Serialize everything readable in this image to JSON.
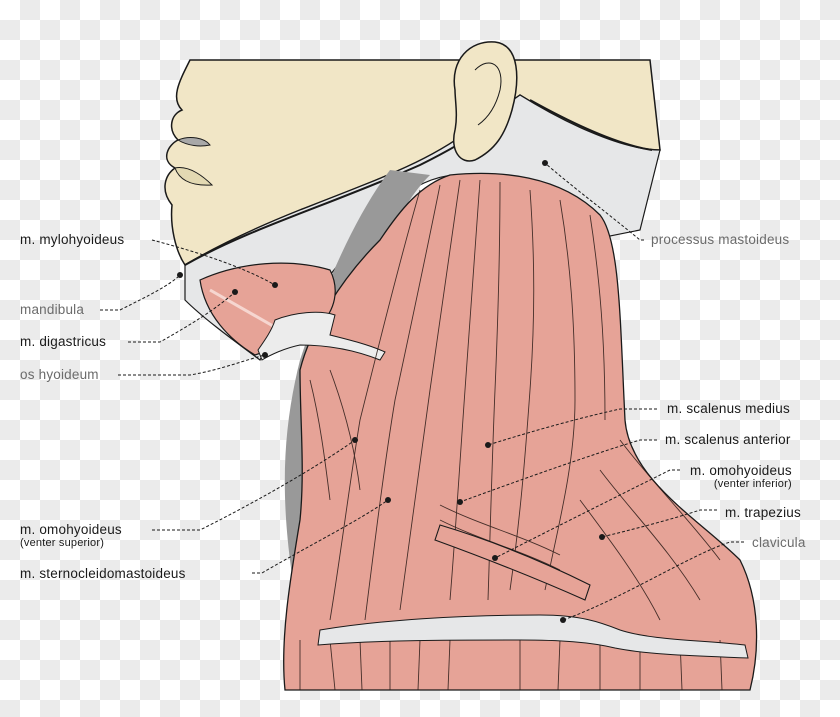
{
  "diagram": {
    "subject": "Lateral view of neck muscles",
    "colors": {
      "skin": "#f1e6c6",
      "skin_outline": "#1a1a1a",
      "fascia": "#e6e7e8",
      "muscle": "#e6a397",
      "muscle_dark": "#c98578",
      "deep_tissue": "#d6a4a8",
      "shadow": "#999999",
      "bone_label": "#6b6b6b",
      "muscle_label": "#1a1a1a"
    },
    "labels_left": [
      {
        "id": "mylohyoideus",
        "text": "m. mylohyoideus",
        "type": "muscle"
      },
      {
        "id": "mandibula",
        "text": "mandibula",
        "type": "bone"
      },
      {
        "id": "digastricus",
        "text": "m. digastricus",
        "type": "muscle"
      },
      {
        "id": "os-hyoideum",
        "text": "os hyoideum",
        "type": "bone"
      },
      {
        "id": "omohyoideus-sup",
        "text": "m. omohyoideus",
        "sub": "(venter superior)",
        "type": "muscle"
      },
      {
        "id": "sternocleidomastoideus",
        "text": "m. sternocleidomastoideus",
        "type": "muscle"
      }
    ],
    "labels_right": [
      {
        "id": "processus-mastoideus",
        "text": "processus mastoideus",
        "type": "bone"
      },
      {
        "id": "scalenus-medius",
        "text": "m. scalenus medius",
        "type": "muscle"
      },
      {
        "id": "scalenus-anterior",
        "text": "m. scalenus anterior",
        "type": "muscle"
      },
      {
        "id": "omohyoideus-inf",
        "text": "m. omohyoideus",
        "sub": "(venter inferior)",
        "type": "muscle"
      },
      {
        "id": "trapezius",
        "text": "m. trapezius",
        "type": "muscle"
      },
      {
        "id": "clavicula",
        "text": "clavicula",
        "type": "bone"
      }
    ]
  }
}
